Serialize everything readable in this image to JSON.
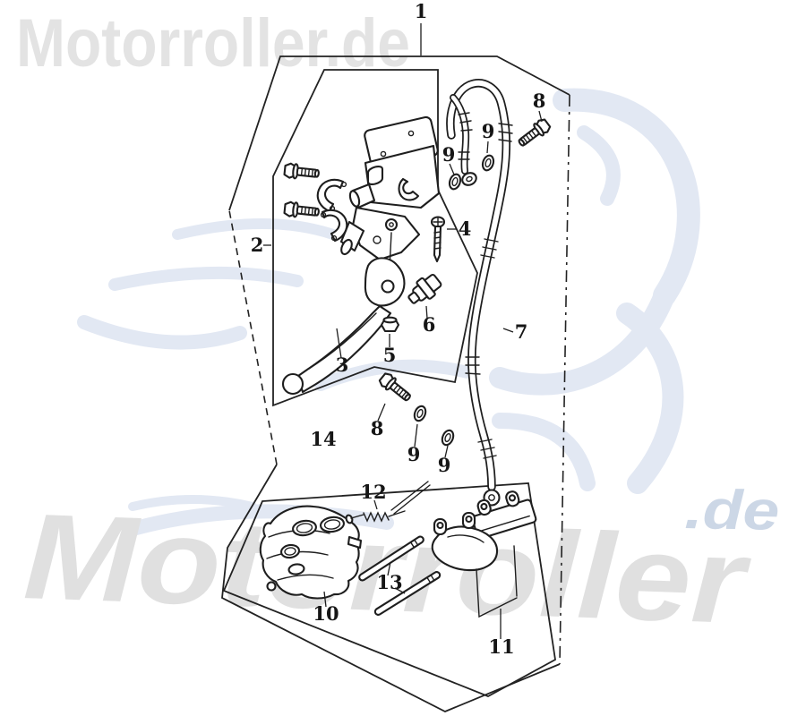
{
  "watermarks": {
    "top_left_text": "Motorroller.de",
    "bottom_text": "Motorroller",
    "domain_suffix_text": ".de",
    "gray_color": "#e2e2e2",
    "blue_color": "#ccd7e6",
    "scooter_color": "#e2e8f3"
  },
  "diagram": {
    "line_color": "#1e1e1e",
    "labels": [
      "1",
      "8",
      "9",
      "9",
      "2",
      "4",
      "6",
      "5",
      "3",
      "7",
      "8",
      "14",
      "9",
      "9",
      "12",
      "13",
      "10",
      "11"
    ]
  }
}
